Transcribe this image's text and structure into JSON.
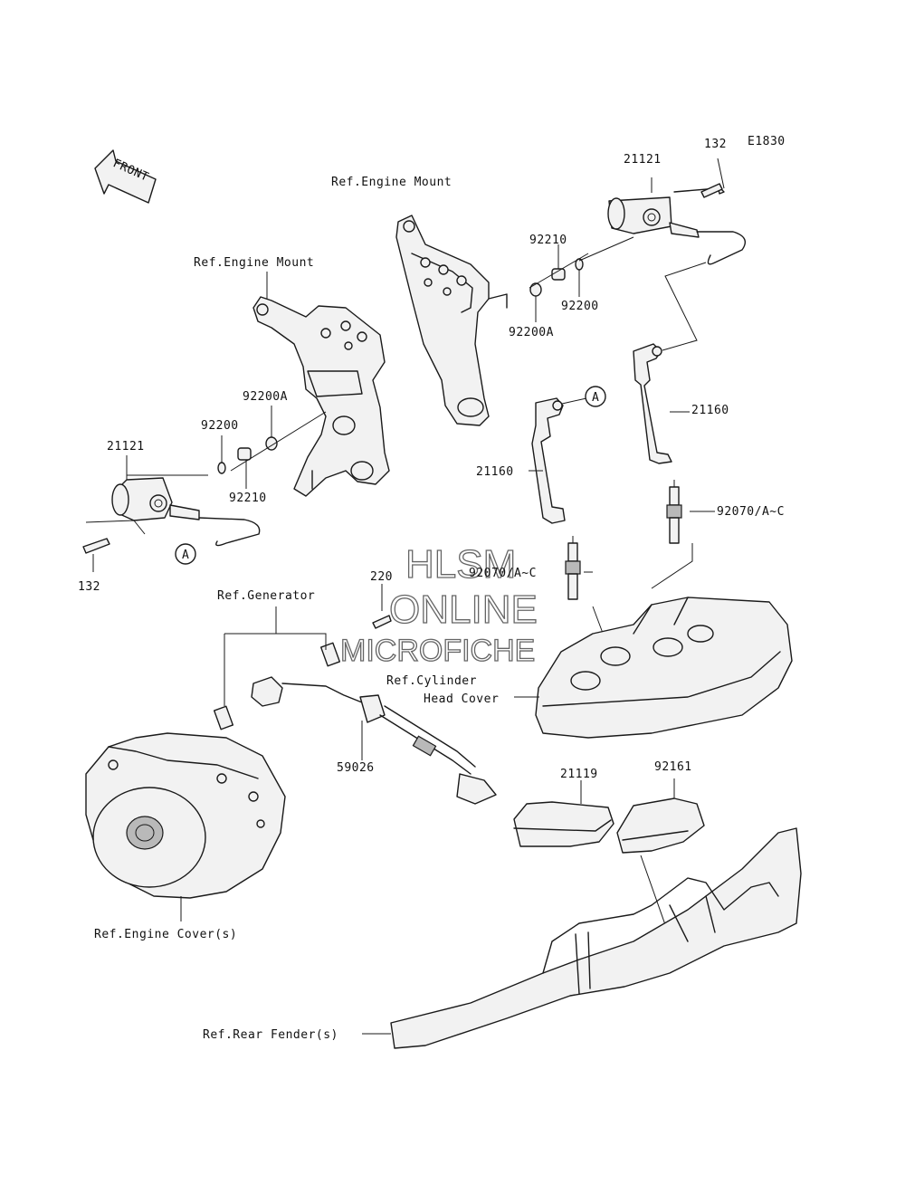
{
  "diagram_code": "E1830",
  "front_arrow": "FRONT",
  "labels": {
    "bolt_top": "132",
    "coil_top": "21121",
    "engine_mount_top": "Ref.Engine Mount",
    "collar_top": "92210",
    "washer_top": "92200",
    "washer_a_top": "92200A",
    "cap_right": "21160",
    "marker_a_top": "A",
    "engine_mount_left": "Ref.Engine Mount",
    "washer_a_left": "92200A",
    "washer_left": "92200",
    "coil_left": "21121",
    "collar_left": "92210",
    "cap_left": "21160",
    "plug_right": "92070/A~C",
    "marker_a_left": "A",
    "plug_center": "92070/A~C",
    "bolt_left": "132",
    "bolt_220": "220",
    "ref_generator": "Ref.Generator",
    "ref_cyl_1": "Ref.Cylinder",
    "ref_cyl_2": "Head Cover",
    "harness": "59026",
    "igniter": "21119",
    "bracket": "92161",
    "ref_engine_cover": "Ref.Engine Cover(s)",
    "ref_rear_fender": "Ref.Rear Fender(s)"
  },
  "watermark": {
    "line1": "HLSM",
    "line2": "ONLINE",
    "line3": "MICROFICHE"
  }
}
